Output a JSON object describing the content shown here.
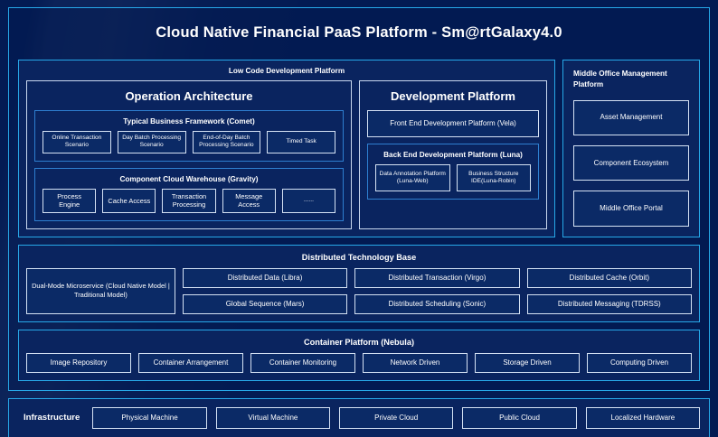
{
  "title": "Cloud Native Financial PaaS Platform - Sm@rtGalaxy4.0",
  "colors": {
    "page_background": "#031b53",
    "panel_background": "#0a245f",
    "accent_cyan": "#27a8e8",
    "border_blue": "#2e7fd0",
    "chip_border": "#d5e2f4",
    "text": "#ffffff"
  },
  "low_code": {
    "title": "Low Code Development Platform",
    "operation_architecture": {
      "title": "Operation Architecture",
      "typical_business_framework": {
        "title": "Typical Business Framework (Comet)",
        "items": [
          "Online Transaction Scenario",
          "Day Batch Processing Scenario",
          "End-of-Day Batch Processing Scenario",
          "Timed Task"
        ]
      },
      "component_cloud_warehouse": {
        "title": "Component Cloud Warehouse (Gravity)",
        "items": [
          "Process Engine",
          "Cache Access",
          "Transaction Processing",
          "Message Access",
          "......"
        ]
      }
    },
    "development_platform": {
      "title": "Development Platform",
      "front_end": "Front End Development Platform (Vela)",
      "back_end": {
        "title": "Back End Development Platform (Luna)",
        "items": [
          "Data Annotation Platform (Luna-Web)",
          "Business Structure IDE(Luna-Robin)"
        ]
      }
    }
  },
  "middle_office": {
    "title": "Middle Office Management Platform",
    "items": [
      "Asset Management",
      "Component Ecosystem",
      "Middle Office Portal"
    ]
  },
  "distributed_technology_base": {
    "title": "Distributed Technology Base",
    "highlight": "Dual-Mode Microservice (Cloud Native Model | Traditional Model)",
    "col1": [
      "Distributed Data (Libra)",
      "Global Sequence (Mars)"
    ],
    "col2": [
      "Distributed Transaction (Virgo)",
      "Distributed Scheduling (Sonic)"
    ],
    "col3": [
      "Distributed Cache (Orbit)",
      "Distributed Messaging (TDRSS)"
    ]
  },
  "container_platform": {
    "title": "Container Platform (Nebula)",
    "items": [
      "Image Repository",
      "Container Arrangement",
      "Container Monitoring",
      "Network Driven",
      "Storage Driven",
      "Computing Driven"
    ]
  },
  "infrastructure": {
    "label": "Infrastructure",
    "items": [
      "Physical Machine",
      "Virtual Machine",
      "Private Cloud",
      "Public Cloud",
      "Localized Hardware"
    ]
  }
}
